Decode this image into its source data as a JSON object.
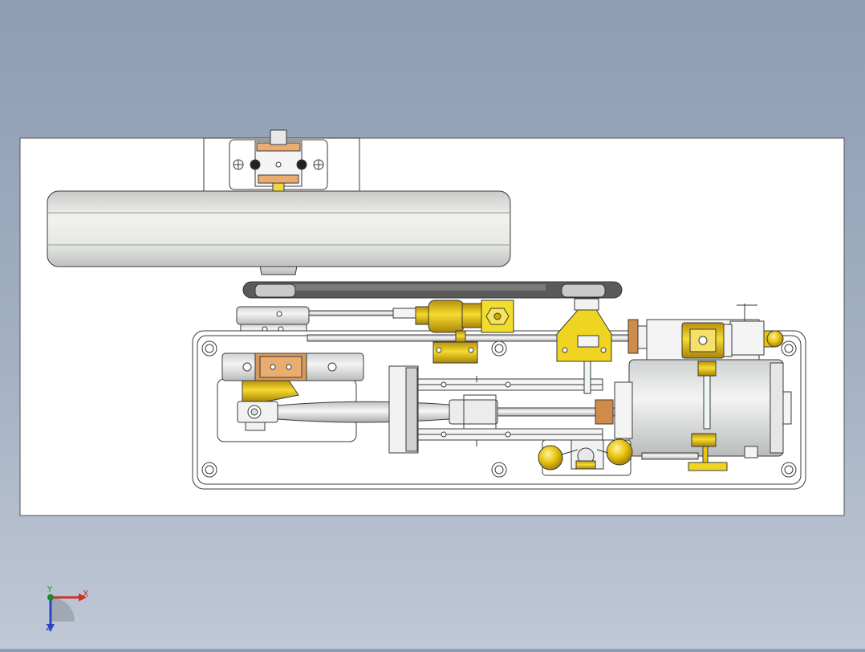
{
  "view": {
    "background_top": "#8d9db3",
    "background_bottom": "#c0c8d6"
  },
  "drawing": {
    "sheet_fill": "#ffffff",
    "line_color": "#3a3a3a",
    "metal_color": "#dfe2e2",
    "brass_color": "#e8c80e",
    "copper_color": "#d08a4a",
    "belt_color": "#555555"
  },
  "triad": {
    "x_label": "X",
    "y_label": "Y",
    "z_label": "Z",
    "x_color": "#d0302a",
    "y_color": "#1a8a2a",
    "z_color": "#2a45c8"
  }
}
